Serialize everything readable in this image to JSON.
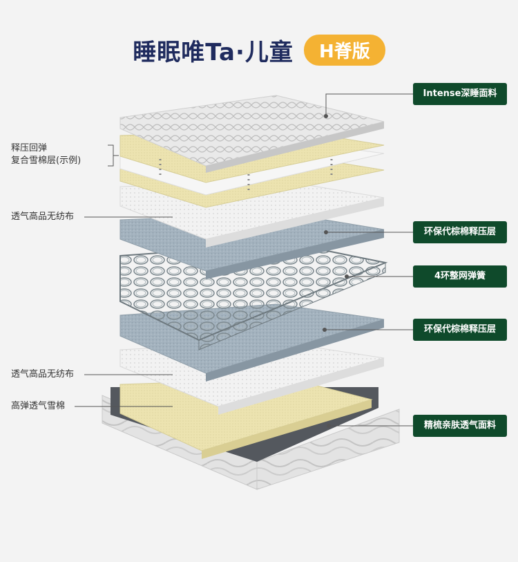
{
  "title": {
    "main": "睡眠唯Ta·儿童",
    "badge": "H脊版"
  },
  "left_labels": {
    "comfort_layer_line1": "释压回弹",
    "comfort_layer_line2": "复合雪棉层(示例)",
    "nonwoven_top": "透气高品无纺布",
    "nonwoven_bottom": "透气高品无纺布",
    "high_elastic_cotton": "高弹透气雪棉"
  },
  "right_labels": {
    "top_fabric": "Intense深睡面料",
    "pressure_layer_top": "环保代棕棉释压层",
    "spring": "4环整网弹簧",
    "pressure_layer_bottom": "环保代棕棉释压层",
    "bottom_fabric": "精梳亲肤透气面料"
  },
  "colors": {
    "title": "#1f2b5e",
    "badge": "#f4b233",
    "label_bg": "#0f4a2b",
    "foam": "#efe7b8",
    "felt": "#9aaab7",
    "nonwoven": "#ececec"
  }
}
